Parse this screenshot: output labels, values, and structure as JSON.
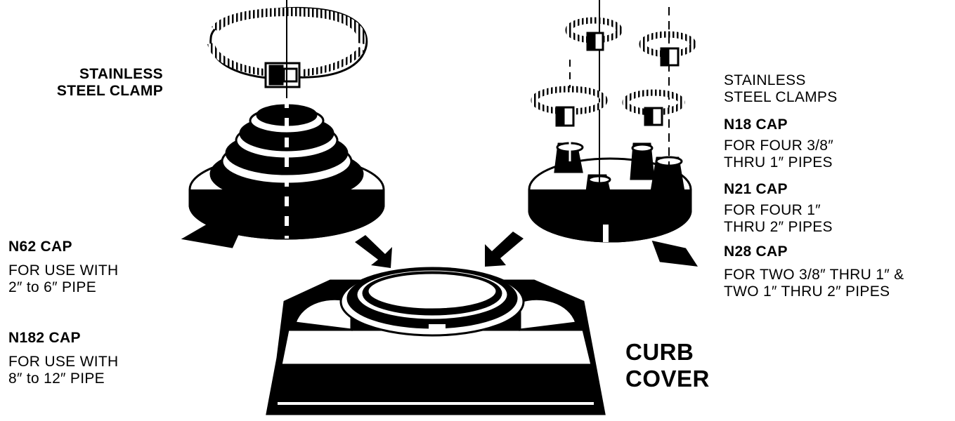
{
  "labels": {
    "clamp_left": [
      "STAINLESS",
      "STEEL CLAMP"
    ],
    "clamps_right": [
      "STAINLESS",
      "STEEL CLAMPS"
    ],
    "n18": {
      "title": "N18 CAP",
      "desc": [
        "FOR FOUR 3/8″",
        "THRU 1″ PIPES"
      ]
    },
    "n21": {
      "title": "N21 CAP",
      "desc": [
        "FOR FOUR 1″",
        "THRU 2″ PIPES"
      ]
    },
    "n28": {
      "title": "N28 CAP",
      "desc": [
        "FOR TWO 3/8″ THRU 1″ &",
        "TWO 1″ THRU 2″ PIPES"
      ]
    },
    "n62": {
      "title": "N62 CAP",
      "desc": [
        "FOR USE WITH",
        "2″ to 6″ PIPE"
      ]
    },
    "n182": {
      "title": "N182 CAP",
      "desc": [
        "FOR USE WITH",
        "8″ to 12″ PIPE"
      ]
    },
    "curb_cover": [
      "CURB",
      "COVER"
    ]
  }
}
